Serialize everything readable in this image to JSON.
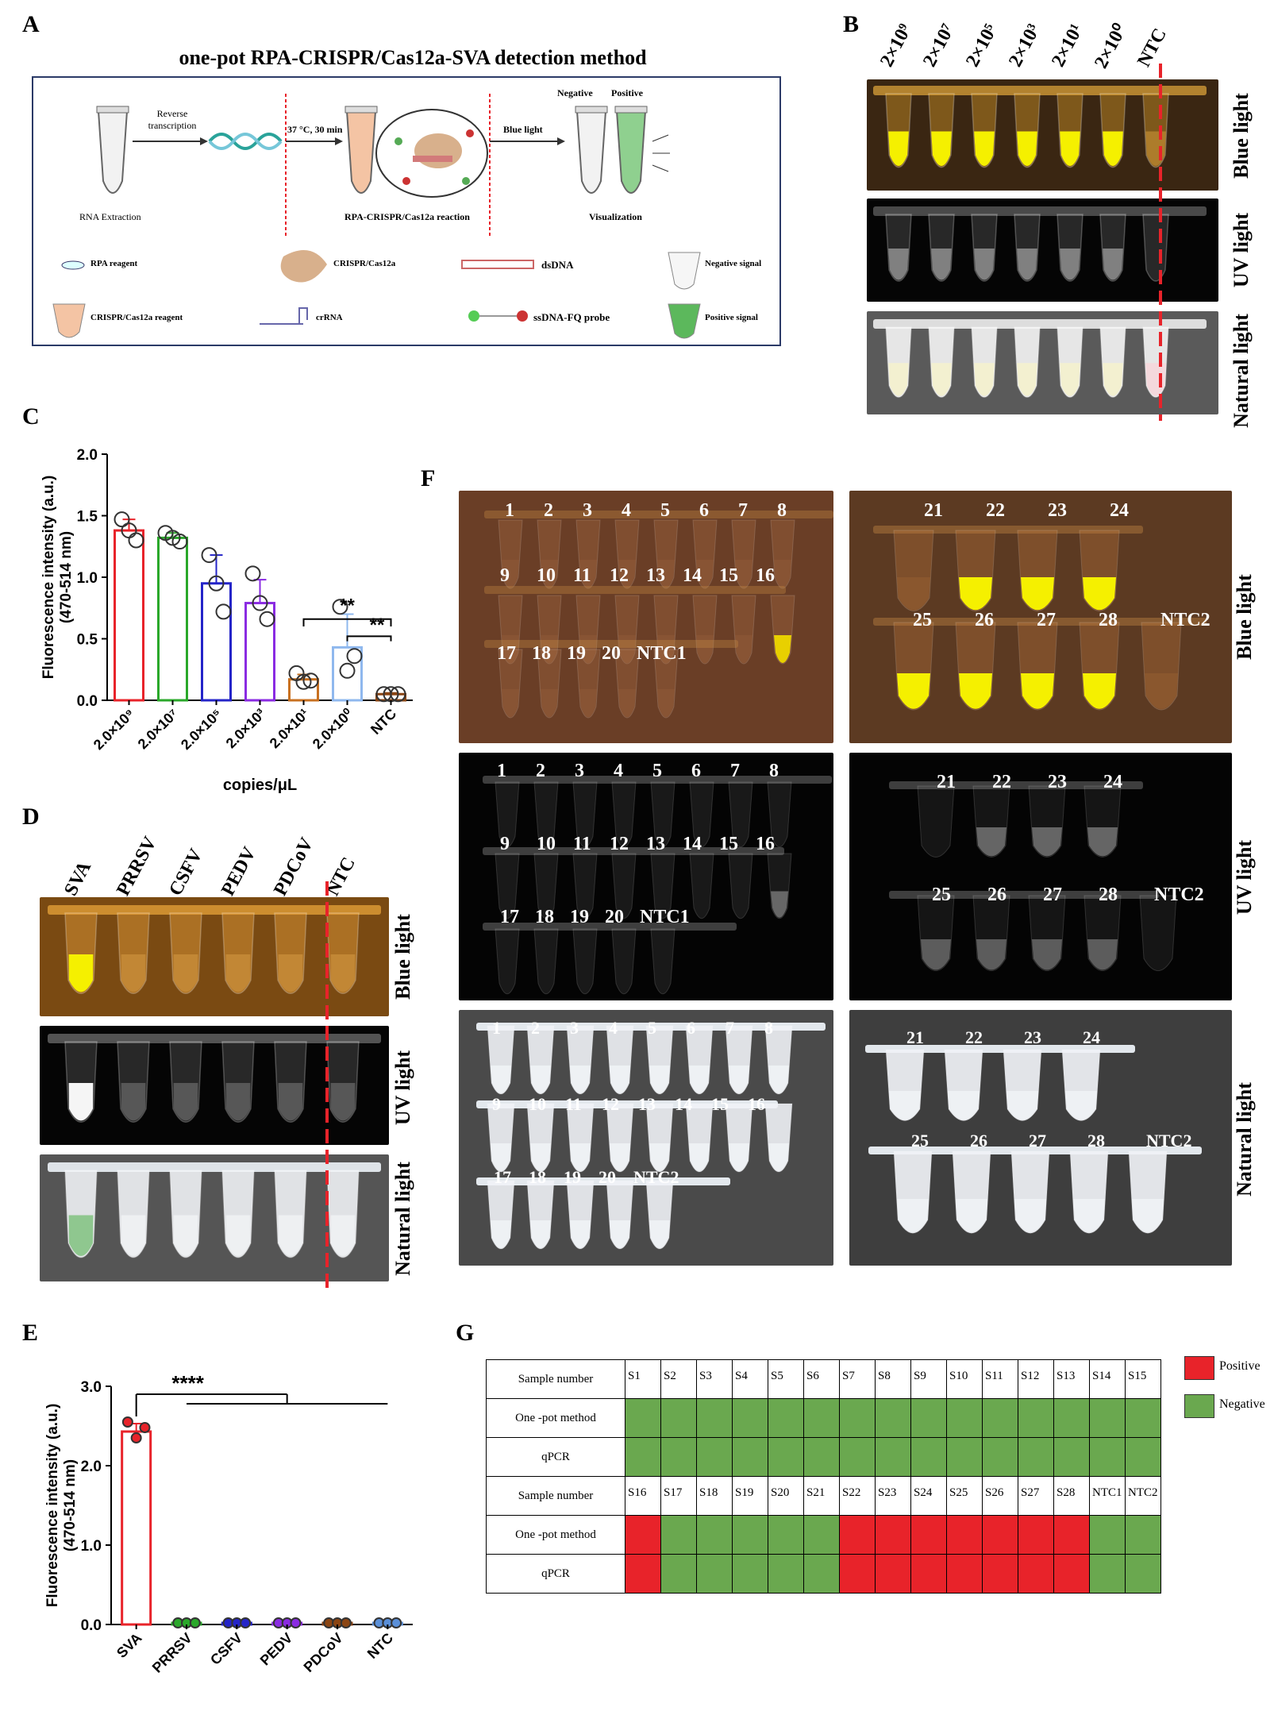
{
  "labels": {
    "A": "A",
    "B": "B",
    "C": "C",
    "D": "D",
    "E": "E",
    "F": "F",
    "G": "G"
  },
  "panelA": {
    "title": "one-pot RPA-CRISPR/Cas12a-SVA detection method",
    "reverse_transcription": "Reverse transcription",
    "conditions": "37 °C, 30 min",
    "blue_light": "Blue light",
    "negative": "Negative",
    "positive": "Positive",
    "rna_extraction": "RNA Extraction",
    "reaction": "RPA-CRISPR/Cas12a reaction",
    "visualization": "Visualization",
    "legend": {
      "rpa_reagent": "RPA reagent",
      "cas12a": "CRISPR/Cas12a",
      "dsdna": "dsDNA",
      "neg_signal": "Negative signal",
      "cas12a_reagent": "CRISPR/Cas12a reagent",
      "crrna": "crRNA",
      "probe": "ssDNA-FQ probe",
      "pos_signal": "Positive signal"
    }
  },
  "panelB": {
    "columns": [
      "2×10⁹",
      "2×10⁷",
      "2×10⁵",
      "2×10³",
      "2×10¹",
      "2×10⁰",
      "NTC"
    ],
    "rows": [
      "Blue light",
      "UV light",
      "Natural  light"
    ]
  },
  "panelD": {
    "columns": [
      "SVA",
      "PRRSV",
      "CSFV",
      "PEDV",
      "PDCoV",
      "NTC"
    ],
    "rows": [
      "Blue light",
      "UV light",
      "Natural  light"
    ]
  },
  "panelF": {
    "rows": [
      "Blue light",
      "UV light",
      "Natural  light"
    ],
    "left_row1": [
      "1",
      "2",
      "3",
      "4",
      "5",
      "6",
      "7",
      "8"
    ],
    "left_row2": [
      "9",
      "10",
      "11",
      "12",
      "13",
      "14",
      "15",
      "16"
    ],
    "left_row3": [
      "17",
      "18",
      "19",
      "20",
      "NTC1"
    ],
    "left_row3_natural": [
      "17",
      "18",
      "19",
      "20",
      "NTC2"
    ],
    "right_row1": [
      "21",
      "22",
      "23",
      "24"
    ],
    "right_row2": [
      "25",
      "26",
      "27",
      "28",
      "NTC2"
    ]
  },
  "chart_data": [
    {
      "type": "bar",
      "panel": "C",
      "categories": [
        "2.0×10⁹",
        "2.0×10⁷",
        "2.0×10⁵",
        "2.0×10³",
        "2.0×10¹",
        "2.0×10⁰",
        "NTC"
      ],
      "values": [
        1.38,
        1.32,
        0.95,
        0.79,
        0.17,
        0.43,
        0.05
      ],
      "points": [
        [
          1.47,
          1.38,
          1.3
        ],
        [
          1.36,
          1.32,
          1.29
        ],
        [
          1.18,
          0.95,
          0.72
        ],
        [
          1.03,
          0.79,
          0.66
        ],
        [
          0.22,
          0.15,
          0.16
        ],
        [
          0.76,
          0.24,
          0.36
        ],
        [
          0.05,
          0.05,
          0.05
        ]
      ],
      "errors": [
        0.09,
        0.04,
        0.23,
        0.19,
        0.04,
        0.27,
        0.01
      ],
      "colors": [
        "#e8232a",
        "#2aa82a",
        "#2424c8",
        "#8a2be2",
        "#c87020",
        "#8fb8ee",
        "#8b4513"
      ],
      "xlabel": "copies/μL",
      "ylabel": "Fluorescence intensity (a.u.)",
      "ylabel2": "(470-514 nm)",
      "ylim": [
        0,
        2.0
      ],
      "yticks": [
        "0.0",
        "0.5",
        "1.0",
        "1.5",
        "2.0"
      ],
      "significance": [
        "**",
        "**"
      ]
    },
    {
      "type": "bar",
      "panel": "E",
      "categories": [
        "SVA",
        "PRRSV",
        "CSFV",
        "PEDV",
        "PDCoV",
        "NTC"
      ],
      "values": [
        2.43,
        0.02,
        0.02,
        0.02,
        0.02,
        0.02
      ],
      "points": [
        [
          2.55,
          2.35,
          2.48
        ],
        [
          0.02,
          0.02,
          0.02
        ],
        [
          0.02,
          0.02,
          0.02
        ],
        [
          0.02,
          0.02,
          0.02
        ],
        [
          0.02,
          0.02,
          0.02
        ],
        [
          0.02,
          0.02,
          0.02
        ]
      ],
      "errors": [
        0.1,
        0,
        0,
        0,
        0,
        0
      ],
      "colors": [
        "#e8232a",
        "#2aa82a",
        "#2424c8",
        "#8a2be2",
        "#8b4513",
        "#5a8fd8"
      ],
      "ylabel": "Fluorescence intensity (a.u.)",
      "ylabel2": "(470-514 nm)",
      "ylim": [
        0,
        3.0
      ],
      "yticks": [
        "0.0",
        "1.0",
        "2.0",
        "3.0"
      ],
      "significance": [
        "****"
      ]
    },
    {
      "type": "table",
      "panel": "G",
      "rows": [
        {
          "header": "Sample number",
          "cells": [
            "S1",
            "S2",
            "S3",
            "S4",
            "S5",
            "S6",
            "S7",
            "S8",
            "S9",
            "S10",
            "S11",
            "S12",
            "S13",
            "S14",
            "S15"
          ]
        },
        {
          "header": "One -pot method",
          "results": [
            "N",
            "N",
            "N",
            "N",
            "N",
            "N",
            "N",
            "N",
            "N",
            "N",
            "N",
            "N",
            "N",
            "N",
            "N"
          ]
        },
        {
          "header": "qPCR",
          "results": [
            "N",
            "N",
            "N",
            "N",
            "N",
            "N",
            "N",
            "N",
            "N",
            "N",
            "N",
            "N",
            "N",
            "N",
            "N"
          ]
        },
        {
          "header": "Sample number",
          "cells": [
            "S16",
            "S17",
            "S18",
            "S19",
            "S20",
            "S21",
            "S22",
            "S23",
            "S24",
            "S25",
            "S26",
            "S27",
            "S28",
            "NTC1",
            "NTC2"
          ]
        },
        {
          "header": "One -pot method",
          "results": [
            "P",
            "N",
            "N",
            "N",
            "N",
            "N",
            "P",
            "P",
            "P",
            "P",
            "P",
            "P",
            "P",
            "N",
            "N"
          ]
        },
        {
          "header": "qPCR",
          "results": [
            "P",
            "N",
            "N",
            "N",
            "N",
            "N",
            "P",
            "P",
            "P",
            "P",
            "P",
            "P",
            "P",
            "N",
            "N"
          ]
        }
      ],
      "legend": {
        "positive": "Positive",
        "negative": "Negative"
      },
      "colors": {
        "positive": "#e8232a",
        "negative": "#6aa84f"
      }
    }
  ]
}
